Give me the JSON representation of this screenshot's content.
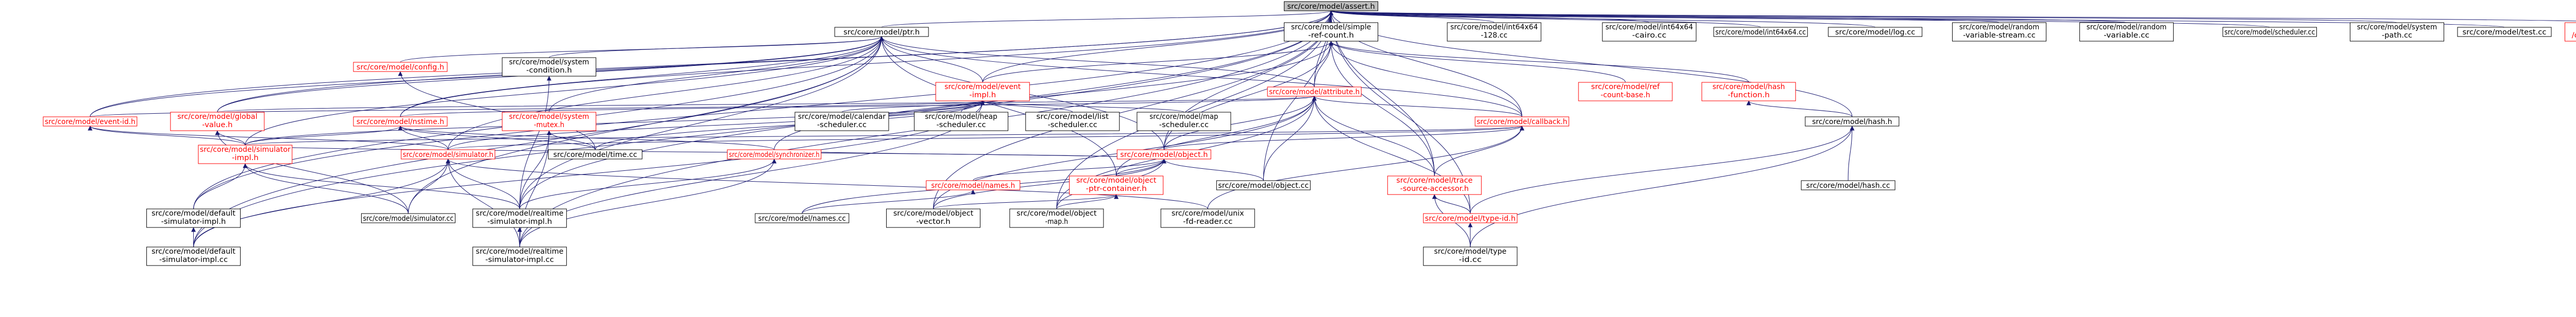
{
  "graph": {
    "colors": {
      "edge": "#191970",
      "node_border": "#000000",
      "node_fill": "#ffffff",
      "root_fill": "#bfbfbf",
      "red_label": "#ff0000"
    },
    "nodes": [
      {
        "id": "assert_h",
        "lines": [
          "src/core/model/assert.h"
        ],
        "root": true
      },
      {
        "id": "ptr_h",
        "lines": [
          "src/core/model/ptr.h"
        ]
      },
      {
        "id": "simple_ref_count_h",
        "lines": [
          "src/core/model/simple",
          "-ref-count.h"
        ]
      },
      {
        "id": "int64x64_128_cc",
        "lines": [
          "src/core/model/int64x64",
          "-128.cc"
        ]
      },
      {
        "id": "int64x64_cairo_cc",
        "lines": [
          "src/core/model/int64x64",
          "-cairo.cc"
        ]
      },
      {
        "id": "int64x64_cc",
        "lines": [
          "src/core/model/int64x64.cc"
        ]
      },
      {
        "id": "log_cc",
        "lines": [
          "src/core/model/log.cc"
        ]
      },
      {
        "id": "random_variable_stream_cc",
        "lines": [
          "src/core/model/random",
          "-variable-stream.cc"
        ]
      },
      {
        "id": "random_variable_cc",
        "lines": [
          "src/core/model/random",
          "-variable.cc"
        ]
      },
      {
        "id": "scheduler_cc",
        "lines": [
          "src/core/model/scheduler.cc"
        ]
      },
      {
        "id": "system_path_cc",
        "lines": [
          "src/core/model/system",
          "-path.cc"
        ]
      },
      {
        "id": "test_cc",
        "lines": [
          "src/core/model/test.cc"
        ]
      },
      {
        "id": "openflow_interface_h",
        "lines": [
          "src/openflow/model",
          "/openflow-interface.h"
        ],
        "red": true
      },
      {
        "id": "config_h",
        "lines": [
          "src/core/model/config.h"
        ],
        "red": true
      },
      {
        "id": "system_condition_h",
        "lines": [
          "src/core/model/system",
          "-condition.h"
        ]
      },
      {
        "id": "event_impl_h",
        "lines": [
          "src/core/model/event",
          "-impl.h"
        ],
        "red": true
      },
      {
        "id": "attribute_h",
        "lines": [
          "src/core/model/attribute.h"
        ],
        "red": true
      },
      {
        "id": "ref_count_base_h",
        "lines": [
          "src/core/model/ref",
          "-count-base.h"
        ],
        "red": true
      },
      {
        "id": "hash_function_h",
        "lines": [
          "src/core/model/hash",
          "-function.h"
        ],
        "red": true
      },
      {
        "id": "event_id_h",
        "lines": [
          "src/core/model/event-id.h"
        ],
        "red": true
      },
      {
        "id": "global_value_h",
        "lines": [
          "src/core/model/global",
          "-value.h"
        ],
        "red": true
      },
      {
        "id": "nstime_h",
        "lines": [
          "src/core/model/nstime.h"
        ],
        "red": true
      },
      {
        "id": "system_mutex_h",
        "lines": [
          "src/core/model/system",
          "-mutex.h"
        ],
        "red": true
      },
      {
        "id": "calendar_scheduler_cc",
        "lines": [
          "src/core/model/calendar",
          "-scheduler.cc"
        ]
      },
      {
        "id": "heap_scheduler_cc",
        "lines": [
          "src/core/model/heap",
          "-scheduler.cc"
        ]
      },
      {
        "id": "list_scheduler_cc",
        "lines": [
          "src/core/model/list",
          "-scheduler.cc"
        ]
      },
      {
        "id": "map_scheduler_cc",
        "lines": [
          "src/core/model/map",
          "-scheduler.cc"
        ]
      },
      {
        "id": "callback_h",
        "lines": [
          "src/core/model/callback.h"
        ],
        "red": true
      },
      {
        "id": "hash_h",
        "lines": [
          "src/core/model/hash.h"
        ]
      },
      {
        "id": "simulator_impl_h",
        "lines": [
          "src/core/model/simulator",
          "-impl.h"
        ],
        "red": true
      },
      {
        "id": "simulator_h",
        "lines": [
          "src/core/model/simulator.h"
        ],
        "red": true
      },
      {
        "id": "time_cc",
        "lines": [
          "src/core/model/time.cc"
        ]
      },
      {
        "id": "synchronizer_h",
        "lines": [
          "src/core/model/synchronizer.h"
        ],
        "red": true
      },
      {
        "id": "object_h",
        "lines": [
          "src/core/model/object.h"
        ],
        "red": true
      },
      {
        "id": "names_h",
        "lines": [
          "src/core/model/names.h"
        ],
        "red": true
      },
      {
        "id": "object_ptr_container_h",
        "lines": [
          "src/core/model/object",
          "-ptr-container.h"
        ],
        "red": true
      },
      {
        "id": "object_cc",
        "lines": [
          "src/core/model/object.cc"
        ]
      },
      {
        "id": "trace_source_accessor_h",
        "lines": [
          "src/core/model/trace",
          "-source-accessor.h"
        ],
        "red": true
      },
      {
        "id": "hash_cc",
        "lines": [
          "src/core/model/hash.cc"
        ]
      },
      {
        "id": "default_simulator_impl_h",
        "lines": [
          "src/core/model/default",
          "-simulator-impl.h"
        ]
      },
      {
        "id": "simulator_cc",
        "lines": [
          "src/core/model/simulator.cc"
        ]
      },
      {
        "id": "realtime_simulator_impl_h",
        "lines": [
          "src/core/model/realtime",
          "-simulator-impl.h"
        ]
      },
      {
        "id": "names_cc",
        "lines": [
          "src/core/model/names.cc"
        ]
      },
      {
        "id": "object_vector_h",
        "lines": [
          "src/core/model/object",
          "-vector.h"
        ]
      },
      {
        "id": "object_map_h",
        "lines": [
          "src/core/model/object",
          "-map.h"
        ]
      },
      {
        "id": "unix_fd_reader_cc",
        "lines": [
          "src/core/model/unix",
          "-fd-reader.cc"
        ]
      },
      {
        "id": "type_id_h",
        "lines": [
          "src/core/model/type-id.h"
        ],
        "red": true
      },
      {
        "id": "default_simulator_impl_cc",
        "lines": [
          "src/core/model/default",
          "-simulator-impl.cc"
        ]
      },
      {
        "id": "realtime_simulator_impl_cc",
        "lines": [
          "src/core/model/realtime",
          "-simulator-impl.cc"
        ]
      },
      {
        "id": "type_id_cc",
        "lines": [
          "src/core/model/type",
          "-id.cc"
        ]
      }
    ],
    "edges": [
      [
        "assert_h",
        "ptr_h"
      ],
      [
        "assert_h",
        "simple_ref_count_h"
      ],
      [
        "assert_h",
        "int64x64_128_cc"
      ],
      [
        "assert_h",
        "int64x64_cairo_cc"
      ],
      [
        "assert_h",
        "int64x64_cc"
      ],
      [
        "assert_h",
        "log_cc"
      ],
      [
        "assert_h",
        "random_variable_stream_cc"
      ],
      [
        "assert_h",
        "random_variable_cc"
      ],
      [
        "assert_h",
        "scheduler_cc"
      ],
      [
        "assert_h",
        "system_path_cc"
      ],
      [
        "assert_h",
        "test_cc"
      ],
      [
        "assert_h",
        "openflow_interface_h"
      ],
      [
        "assert_h",
        "event_impl_h"
      ],
      [
        "assert_h",
        "attribute_h"
      ],
      [
        "assert_h",
        "callback_h"
      ],
      [
        "assert_h",
        "object_h"
      ],
      [
        "assert_h",
        "event_id_h"
      ],
      [
        "assert_h",
        "global_value_h"
      ],
      [
        "assert_h",
        "nstime_h"
      ],
      [
        "assert_h",
        "default_simulator_impl_h"
      ],
      [
        "assert_h",
        "default_simulator_impl_cc"
      ],
      [
        "assert_h",
        "realtime_simulator_impl_h"
      ],
      [
        "assert_h",
        "realtime_simulator_impl_cc"
      ],
      [
        "assert_h",
        "hash_h"
      ],
      [
        "assert_h",
        "object_map_h"
      ],
      [
        "assert_h",
        "object_vector_h"
      ],
      [
        "assert_h",
        "type_id_h"
      ],
      [
        "assert_h",
        "trace_source_accessor_h"
      ],
      [
        "assert_h",
        "object_cc"
      ],
      [
        "ptr_h",
        "config_h"
      ],
      [
        "ptr_h",
        "system_condition_h"
      ],
      [
        "ptr_h",
        "event_impl_h"
      ],
      [
        "ptr_h",
        "event_id_h"
      ],
      [
        "ptr_h",
        "global_value_h"
      ],
      [
        "ptr_h",
        "nstime_h"
      ],
      [
        "ptr_h",
        "system_mutex_h"
      ],
      [
        "ptr_h",
        "attribute_h"
      ],
      [
        "ptr_h",
        "callback_h"
      ],
      [
        "ptr_h",
        "object_h"
      ],
      [
        "ptr_h",
        "simulator_impl_h"
      ],
      [
        "ptr_h",
        "simulator_h"
      ],
      [
        "ptr_h",
        "default_simulator_impl_h"
      ],
      [
        "ptr_h",
        "realtime_simulator_impl_h"
      ],
      [
        "ptr_h",
        "simulator_cc"
      ],
      [
        "ptr_h",
        "object_ptr_container_h"
      ],
      [
        "ptr_h",
        "default_simulator_impl_cc"
      ],
      [
        "simple_ref_count_h",
        "event_impl_h"
      ],
      [
        "simple_ref_count_h",
        "attribute_h"
      ],
      [
        "simple_ref_count_h",
        "ref_count_base_h"
      ],
      [
        "simple_ref_count_h",
        "hash_function_h"
      ],
      [
        "simple_ref_count_h",
        "callback_h"
      ],
      [
        "simple_ref_count_h",
        "object_h"
      ],
      [
        "simple_ref_count_h",
        "trace_source_accessor_h"
      ],
      [
        "simple_ref_count_h",
        "synchronizer_h"
      ],
      [
        "config_h",
        "time_cc"
      ],
      [
        "system_condition_h",
        "realtime_simulator_impl_h"
      ],
      [
        "event_impl_h",
        "event_id_h"
      ],
      [
        "event_impl_h",
        "calendar_scheduler_cc"
      ],
      [
        "event_impl_h",
        "heap_scheduler_cc"
      ],
      [
        "event_impl_h",
        "list_scheduler_cc"
      ],
      [
        "event_impl_h",
        "map_scheduler_cc"
      ],
      [
        "event_impl_h",
        "simulator_impl_h"
      ],
      [
        "event_impl_h",
        "simulator_h"
      ],
      [
        "event_impl_h",
        "default_simulator_impl_cc"
      ],
      [
        "event_impl_h",
        "realtime_simulator_impl_cc"
      ],
      [
        "event_impl_h",
        "time_cc"
      ],
      [
        "attribute_h",
        "callback_h"
      ],
      [
        "attribute_h",
        "object_h"
      ],
      [
        "attribute_h",
        "global_value_h"
      ],
      [
        "attribute_h",
        "nstime_h"
      ],
      [
        "attribute_h",
        "object_ptr_container_h"
      ],
      [
        "attribute_h",
        "object_map_h"
      ],
      [
        "attribute_h",
        "object_vector_h"
      ],
      [
        "attribute_h",
        "type_id_h"
      ],
      [
        "attribute_h",
        "trace_source_accessor_h"
      ],
      [
        "attribute_h",
        "object_cc"
      ],
      [
        "hash_function_h",
        "hash_h"
      ],
      [
        "event_id_h",
        "simulator_impl_h"
      ],
      [
        "event_id_h",
        "simulator_h"
      ],
      [
        "global_value_h",
        "simulator_cc"
      ],
      [
        "global_value_h",
        "simulator_impl_h"
      ],
      [
        "nstime_h",
        "simulator_impl_h"
      ],
      [
        "nstime_h",
        "simulator_h"
      ],
      [
        "nstime_h",
        "synchronizer_h"
      ],
      [
        "nstime_h",
        "time_cc"
      ],
      [
        "system_mutex_h",
        "time_cc"
      ],
      [
        "system_mutex_h",
        "realtime_simulator_impl_h"
      ],
      [
        "system_mutex_h",
        "realtime_simulator_impl_cc"
      ],
      [
        "callback_h",
        "trace_source_accessor_h"
      ],
      [
        "callback_h",
        "object_h"
      ],
      [
        "callback_h",
        "simulator_impl_h"
      ],
      [
        "callback_h",
        "simulator_h"
      ],
      [
        "callback_h",
        "unix_fd_reader_cc"
      ],
      [
        "hash_h",
        "hash_cc"
      ],
      [
        "hash_h",
        "type_id_h"
      ],
      [
        "hash_h",
        "type_id_cc"
      ],
      [
        "simulator_impl_h",
        "default_simulator_impl_h"
      ],
      [
        "simulator_impl_h",
        "simulator_cc"
      ],
      [
        "simulator_impl_h",
        "realtime_simulator_impl_h"
      ],
      [
        "simulator_h",
        "simulator_cc"
      ],
      [
        "simulator_h",
        "default_simulator_impl_cc"
      ],
      [
        "simulator_h",
        "realtime_simulator_impl_cc"
      ],
      [
        "simulator_h",
        "realtime_simulator_impl_h"
      ],
      [
        "simulator_h",
        "unix_fd_reader_cc"
      ],
      [
        "synchronizer_h",
        "realtime_simulator_impl_h"
      ],
      [
        "synchronizer_h",
        "realtime_simulator_impl_cc"
      ],
      [
        "object_h",
        "names_h"
      ],
      [
        "object_h",
        "object_ptr_container_h"
      ],
      [
        "object_h",
        "object_cc"
      ],
      [
        "object_h",
        "simulator_impl_h"
      ],
      [
        "object_h",
        "object_vector_h"
      ],
      [
        "object_h",
        "object_map_h"
      ],
      [
        "object_h",
        "names_cc"
      ],
      [
        "object_h",
        "synchronizer_h"
      ],
      [
        "names_h",
        "names_cc"
      ],
      [
        "object_ptr_container_h",
        "object_vector_h"
      ],
      [
        "object_ptr_container_h",
        "object_map_h"
      ],
      [
        "trace_source_accessor_h",
        "type_id_h"
      ],
      [
        "trace_source_accessor_h",
        "type_id_cc"
      ],
      [
        "type_id_h",
        "type_id_cc"
      ],
      [
        "default_simulator_impl_h",
        "default_simulator_impl_cc"
      ],
      [
        "realtime_simulator_impl_h",
        "realtime_simulator_impl_cc"
      ]
    ]
  }
}
